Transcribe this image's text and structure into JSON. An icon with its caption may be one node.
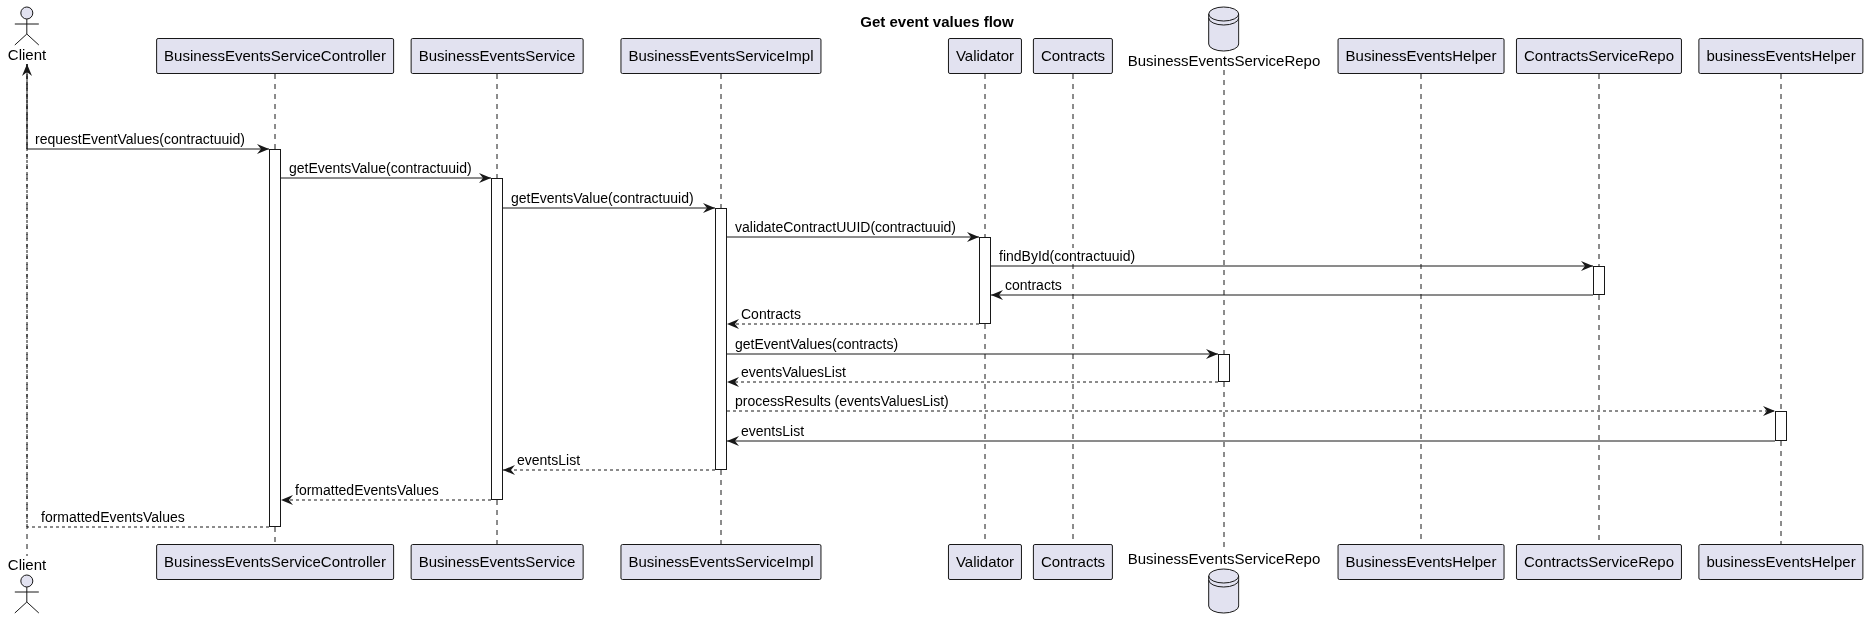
{
  "diagram": {
    "title": "Get event values flow",
    "nodes": [
      {
        "text": [
          "Client"
        ]
      },
      {
        "text": [
          "BusinessEventsServiceController"
        ]
      },
      {
        "text": [
          "BusinessEventsService"
        ]
      },
      {
        "text": [
          "BusinessEventsServiceImpl"
        ]
      },
      {
        "text": [
          "Validator"
        ]
      },
      {
        "text": [
          "Contracts"
        ]
      },
      {
        "text": [
          "BusinessEventsServiceRepo"
        ]
      },
      {
        "text": [
          "BusinessEventsHelper"
        ]
      },
      {
        "text": [
          "ContractsServiceRepo"
        ]
      },
      {
        "text": [
          "businessEventsHelper"
        ]
      },
      {
        "text": [
          "Client"
        ]
      },
      {
        "text": [
          "BusinessEventsServiceController"
        ]
      },
      {
        "text": [
          "BusinessEventsService"
        ]
      },
      {
        "text": [
          "BusinessEventsServiceImpl"
        ]
      },
      {
        "text": [
          "Validator"
        ]
      },
      {
        "text": [
          "Contracts"
        ]
      },
      {
        "text": [
          "BusinessEventsServiceRepo"
        ]
      },
      {
        "text": [
          "BusinessEventsHelper"
        ]
      },
      {
        "text": [
          "ContractsServiceRepo"
        ]
      },
      {
        "text": [
          "businessEventsHelper"
        ]
      },
      {
        "text": [],
        "shape": "bar"
      },
      {
        "text": [],
        "shape": "bar"
      },
      {
        "text": [],
        "shape": "bar"
      },
      {
        "text": [],
        "shape": "bar"
      },
      {
        "text": [],
        "shape": "bar"
      },
      {
        "text": [],
        "shape": "bar"
      },
      {
        "text": [],
        "shape": "bar"
      }
    ],
    "edges": [
      {
        "from": 0,
        "to": 10,
        "arrow": "none",
        "style": "dashed"
      },
      {
        "from": 1,
        "to": 20,
        "arrow": "none",
        "style": "dashed"
      },
      {
        "from": 20,
        "to": 11,
        "arrow": "none",
        "style": "dashed"
      },
      {
        "from": 2,
        "to": 21,
        "arrow": "none",
        "style": "dashed"
      },
      {
        "from": 21,
        "to": 12,
        "arrow": "none",
        "style": "dashed"
      },
      {
        "from": 3,
        "to": 22,
        "arrow": "none",
        "style": "dashed"
      },
      {
        "from": 22,
        "to": 13,
        "arrow": "none",
        "style": "dashed"
      },
      {
        "from": 4,
        "to": 23,
        "arrow": "none",
        "style": "dashed"
      },
      {
        "from": 23,
        "to": 14,
        "arrow": "none",
        "style": "dashed"
      },
      {
        "from": 5,
        "to": 15,
        "arrow": "none",
        "style": "dashed"
      },
      {
        "from": 6,
        "to": 25,
        "arrow": "none",
        "style": "dashed"
      },
      {
        "from": 25,
        "to": 16,
        "arrow": "none",
        "style": "dashed"
      },
      {
        "from": 7,
        "to": 17,
        "arrow": "none",
        "style": "dashed"
      },
      {
        "from": 8,
        "to": 24,
        "arrow": "none",
        "style": "dashed"
      },
      {
        "from": 24,
        "to": 18,
        "arrow": "none",
        "style": "dashed"
      },
      {
        "from": 9,
        "to": 26,
        "arrow": "none",
        "style": "dashed"
      },
      {
        "from": 26,
        "to": 19,
        "arrow": "none",
        "style": "dashed"
      },
      {
        "from": 0,
        "to": 20,
        "arrow": "to",
        "label": "requestEventValues(contractuuid)"
      },
      {
        "from": 20,
        "to": 21,
        "arrow": "to",
        "label": "getEventsValue(contractuuid)"
      },
      {
        "from": 21,
        "to": 22,
        "arrow": "to",
        "label": "getEventsValue(contractuuid)"
      },
      {
        "from": 22,
        "to": 23,
        "arrow": "to",
        "label": "validateContractUUID(contractuuid)"
      },
      {
        "from": 23,
        "to": 24,
        "arrow": "to",
        "label": "findById(contractuuid)"
      },
      {
        "from": 24,
        "to": 23,
        "arrow": "to",
        "label": "contracts"
      },
      {
        "from": 23,
        "to": 22,
        "arrow": "to",
        "label": "Contracts",
        "style": "dashed"
      },
      {
        "from": 22,
        "to": 25,
        "arrow": "to",
        "label": "getEventValues(contracts)"
      },
      {
        "from": 25,
        "to": 22,
        "arrow": "to",
        "label": "eventsValuesList",
        "style": "dashed"
      },
      {
        "from": 22,
        "to": 26,
        "arrow": "to",
        "label": "processResults (eventsValuesList)",
        "style": "dashed"
      },
      {
        "from": 26,
        "to": 22,
        "arrow": "to",
        "label": "eventsList"
      },
      {
        "from": 22,
        "to": 21,
        "arrow": "to",
        "label": "eventsList",
        "style": "dashed"
      },
      {
        "from": 21,
        "to": 20,
        "arrow": "to",
        "label": "formattedEventsValues",
        "style": "dashed"
      },
      {
        "from": 20,
        "to": 0,
        "arrow": "to",
        "label": "formattedEventsValues",
        "style": "dashed"
      }
    ]
  }
}
